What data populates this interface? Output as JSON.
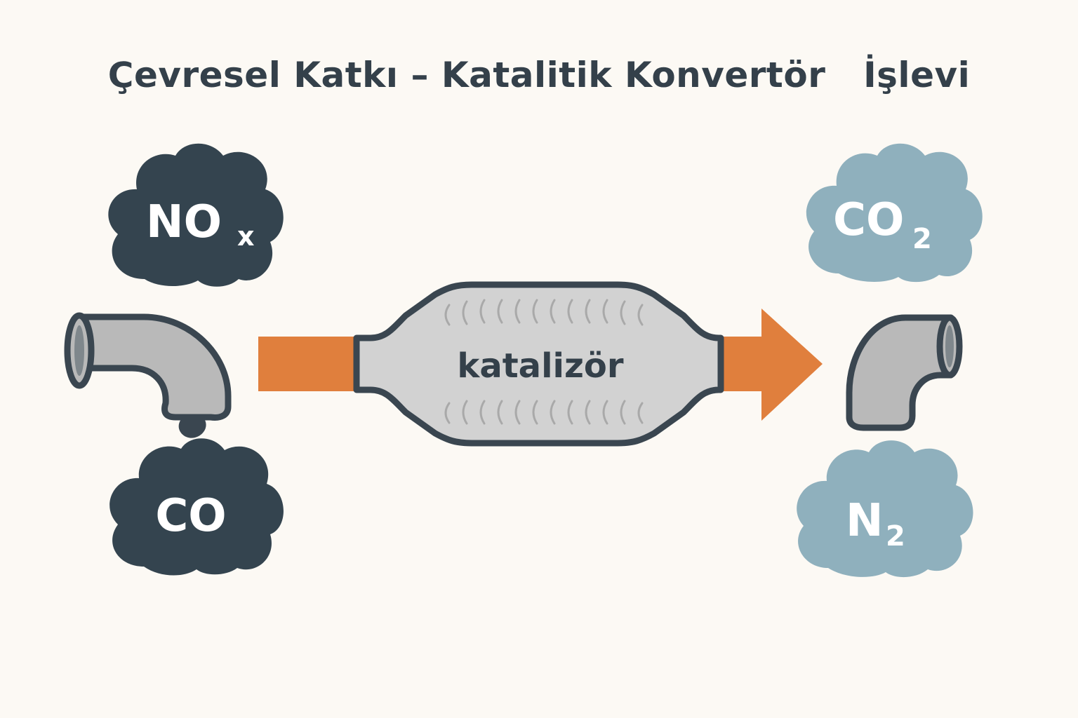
{
  "title": "Çevresel Katkı – Katalitik Konvertör   İşlevi",
  "inputs": {
    "nox": {
      "main": "NO",
      "sub": "x"
    },
    "co": {
      "main": "CO"
    }
  },
  "converter": {
    "label": "katalizör"
  },
  "outputs": {
    "co2": {
      "main": "CO",
      "sub": "2"
    },
    "n2": {
      "main": "N",
      "sub": "2"
    }
  },
  "colors": {
    "background": "#fcf9f4",
    "pollutant_cloud": "#34444f",
    "clean_cloud": "#8fb0bd",
    "flow_arrow": "#e07f3d",
    "pipe": "#b9b9b9",
    "outline": "#3a4650",
    "converter_body": "#d2d2d2"
  },
  "icons": [
    "exhaust-pipe-icon",
    "catalytic-converter-icon",
    "flow-arrow-icon",
    "outlet-pipe-icon"
  ]
}
